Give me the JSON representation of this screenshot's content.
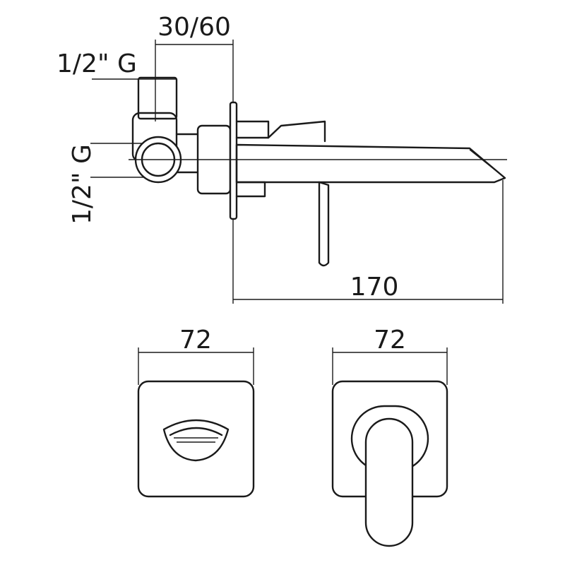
{
  "dimensions": {
    "wall_depth": "30/60",
    "top_connection": "1/2\" G",
    "side_connection": "1/2\" G",
    "spout_length": "170",
    "spout_plate_width": "72",
    "handle_plate_width": "72"
  }
}
